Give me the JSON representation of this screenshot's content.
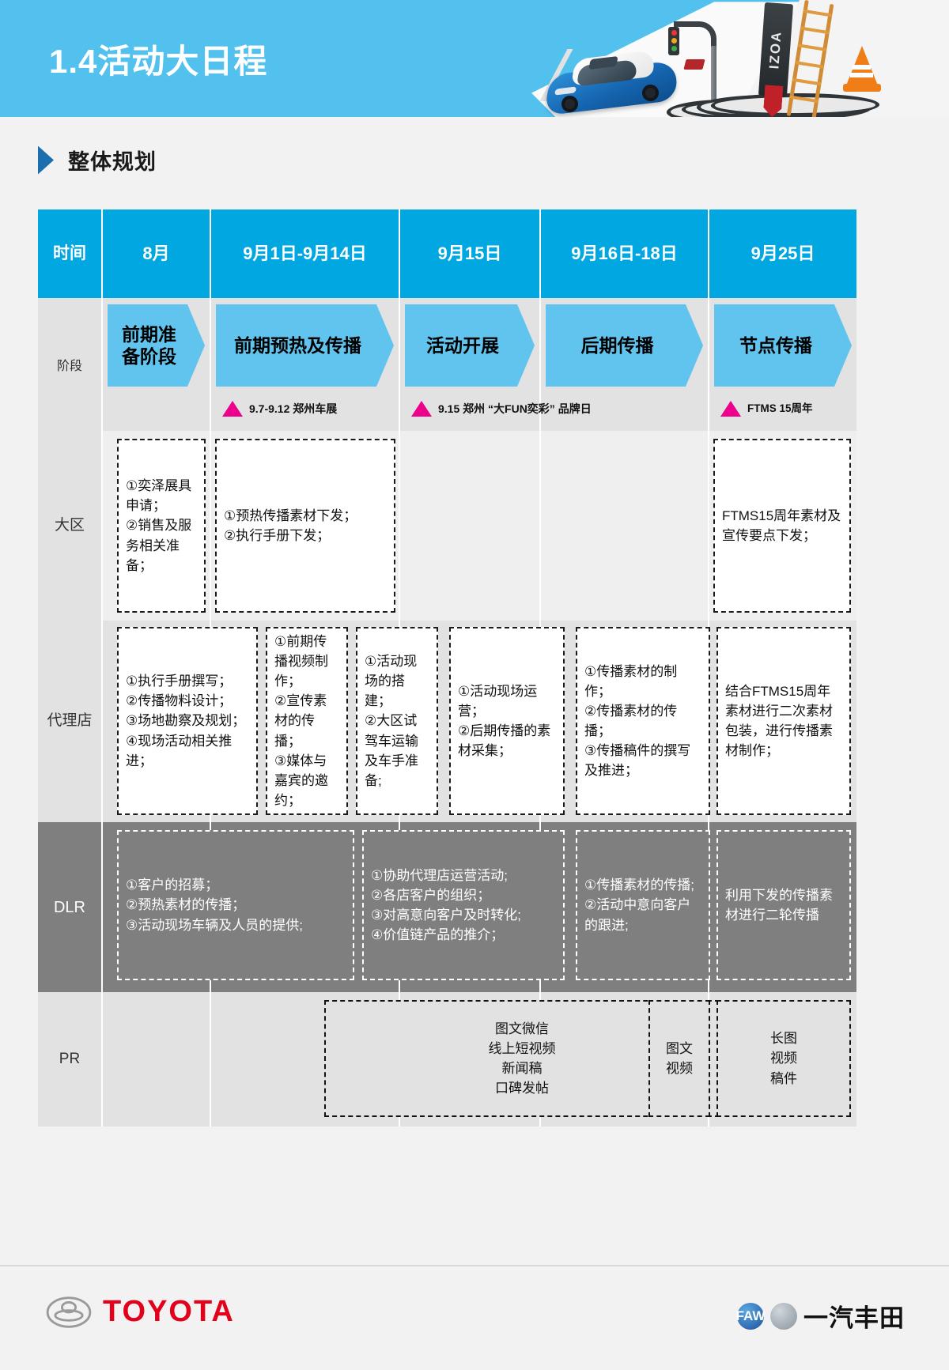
{
  "header": {
    "title": "1.4活动大日程",
    "banner_sign_text": "IZOA"
  },
  "section": {
    "title": "整体规划"
  },
  "table": {
    "row_label_time": "时间",
    "columns": [
      "8月",
      "9月1日-9月14日",
      "9月15日",
      "9月16日-18日",
      "9月25日"
    ],
    "phase": {
      "label": "阶段",
      "items": [
        "前期准备阶段",
        "前期预热及传播",
        "活动开展",
        "后期传播",
        "节点传播"
      ]
    },
    "milestones": [
      {
        "col": 2,
        "text": "9.7-9.12 郑州车展"
      },
      {
        "col": 3,
        "text": "9.15 郑州 “大FUN奕彩” 品牌日"
      },
      {
        "col": 5,
        "text": "FTMS\n15周年"
      }
    ],
    "rows": [
      {
        "label": "大区",
        "cells": [
          "①奕泽展具申请；\n②销售及服务相关准备；",
          "①预热传播素材下发；\n②执行手册下发；",
          "",
          "",
          "FTMS15周年素材及宣传要点下发；"
        ]
      },
      {
        "label": "代理店",
        "cells": [
          "①执行手册撰写；\n②传播物料设计；\n③场地勘察及规划；\n④现场活动相关推进；",
          "①前期传播视频制作；\n②宣传素材的传播；\n③媒体与嘉宾的邀约；",
          "①活动现场的搭建；\n②大区试驾车运输及车手准备;",
          "①活动现场运营；\n②后期传播的素材采集；",
          "①传播素材的制作；\n②传播素材的传播；\n③传播稿件的撰写及推进；",
          "结合FTMS15周年素材进行二次素材包装，进行传播素材制作；"
        ]
      },
      {
        "label": "DLR",
        "cells": [
          "①客户的招募；\n②预热素材的传播；\n③活动现场车辆及人员的提供;",
          "①协助代理店运营活动;\n②各店客户的组织；\n③对高意向客户及时转化;\n④价值链产品的推介；",
          "①传播素材的传播;\n②活动中意向客户的跟进;",
          "利用下发的传播素材进行二轮传播"
        ]
      },
      {
        "label": "PR",
        "cells": [
          "图文微信\n线上短视频\n新闻稿\n口碑发帖",
          "图文\n视频",
          "长图\n视频\n稿件"
        ]
      }
    ]
  },
  "footer": {
    "toyota_word": "TOYOTA",
    "faw_word": "一汽丰田",
    "faw_badge_1": "FAW",
    "faw_badge_2": ""
  },
  "colors": {
    "header_blue": "#53c1ee",
    "table_header_blue": "#00a7e1",
    "chevron_blue": "#60c4ee",
    "milestone_pink": "#ec008c",
    "dlr_gray": "#7f7f7f",
    "toyota_red": "#e2001a"
  }
}
